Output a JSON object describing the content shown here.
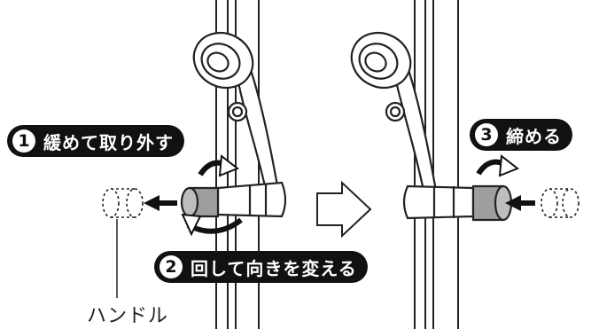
{
  "steps": [
    {
      "number": "1",
      "label": "緩めて取り外す"
    },
    {
      "number": "2",
      "label": "回して向きを変える"
    },
    {
      "number": "3",
      "label": "締める"
    }
  ],
  "callout": {
    "label": "ハンドル"
  },
  "colors": {
    "line": "#222222",
    "pill": "#111111",
    "handle_fill": "#9e9e9e",
    "arrow": "#111111"
  },
  "icons": [
    "shower-head-icon",
    "rotate-arrow-icon",
    "push-arrow-icon",
    "pull-arrow-icon",
    "next-step-arrow-icon"
  ]
}
